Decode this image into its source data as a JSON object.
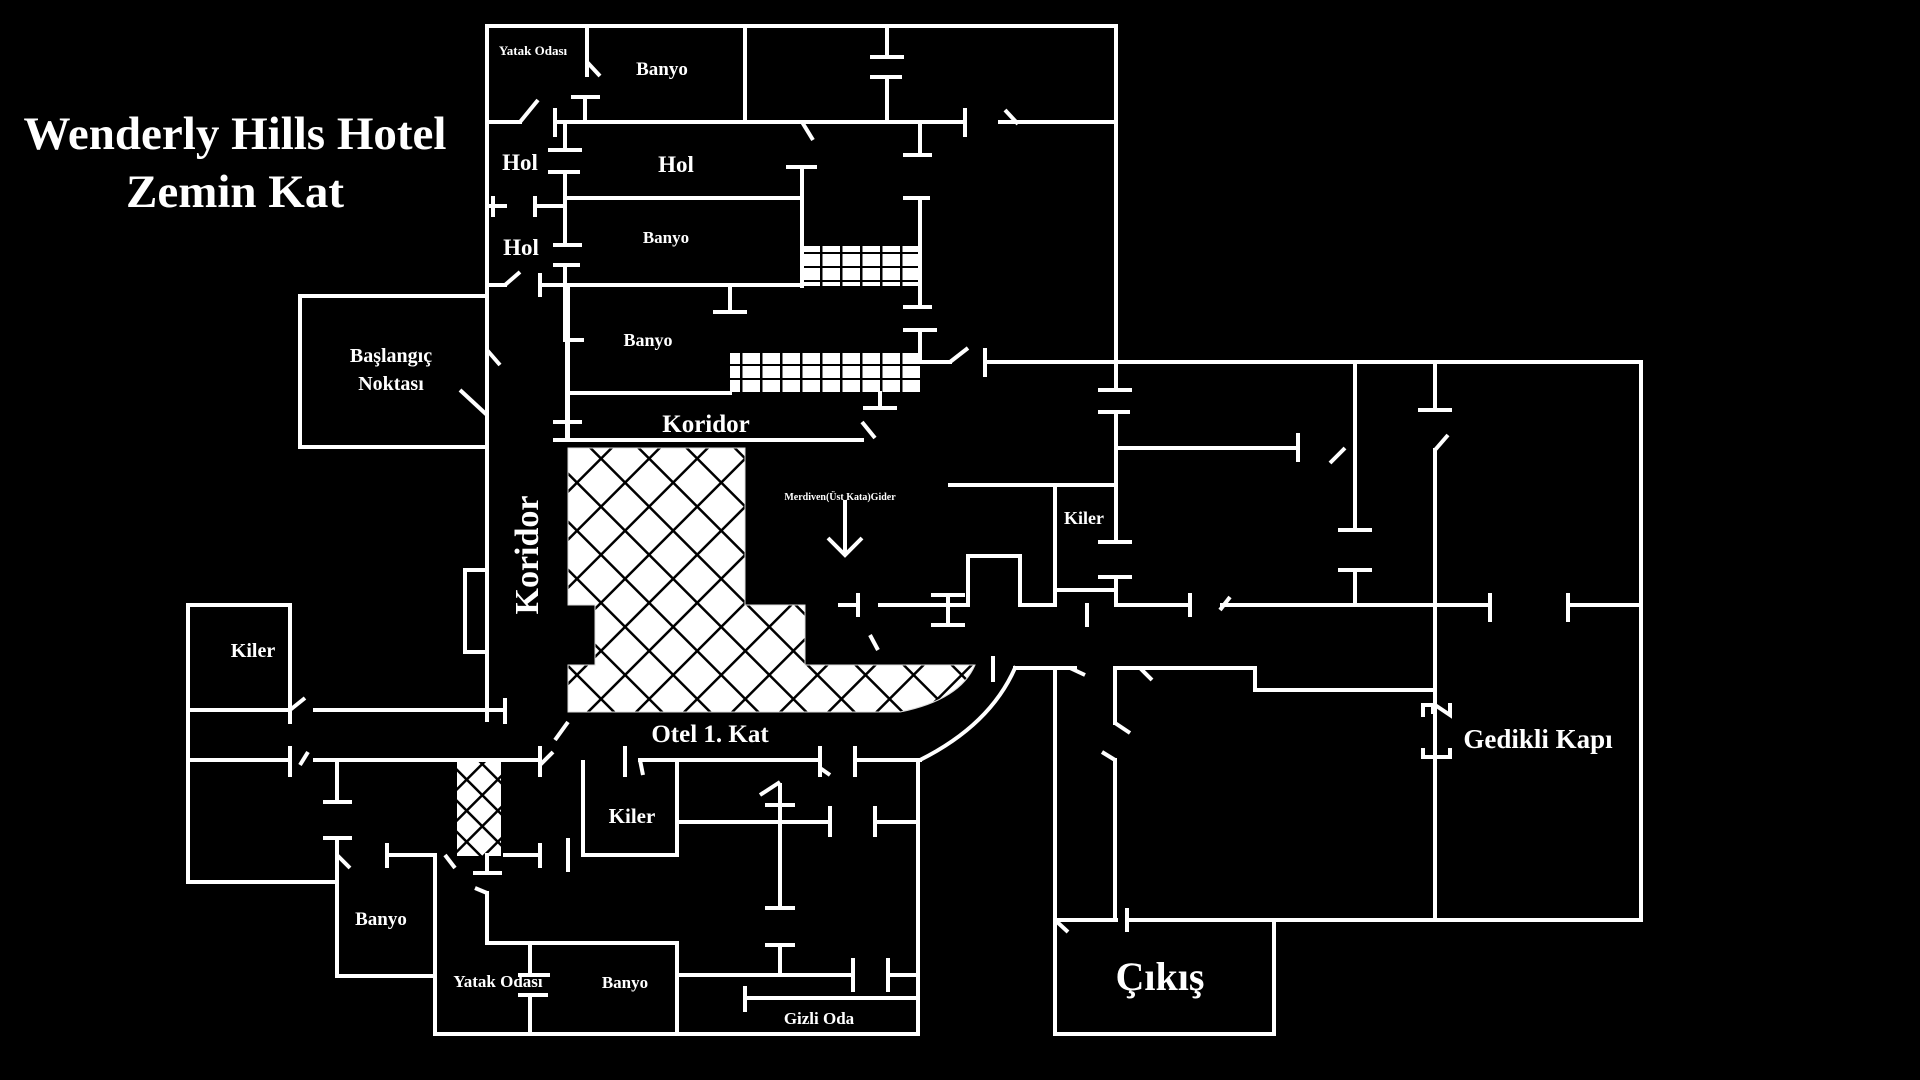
{
  "title": {
    "line1": "Wenderly Hills Hotel",
    "line2": "Zemin Kat"
  },
  "colors": {
    "background": "#000000",
    "walls": "#ffffff",
    "hatch": "#000000"
  },
  "rooms": {
    "yatak_odasi_top": "Yatak Odası",
    "banyo_top": "Banyo",
    "hol_left_1": "Hol",
    "hol_center": "Hol",
    "banyo_mid": "Banyo",
    "hol_left_2": "Hol",
    "banyo_lower": "Banyo",
    "baslangic_1": "Başlangıç",
    "baslangic_2": "Noktası",
    "koridor_horizontal": "Koridor",
    "koridor_vertical": "Koridor",
    "merdiven": "Merdiven(Üst Kata)Gider",
    "kiler_right": "Kiler",
    "kiler_left": "Kiler",
    "otel_1_kat": "Otel 1. Kat",
    "kiler_bottom": "Kiler",
    "gedikli_kapi": "Gedikli Kapı",
    "banyo_bottom_left": "Banyo",
    "yatak_odasi_bottom": "Yatak Odası",
    "banyo_bottom": "Banyo",
    "gizli_oda": "Gizli Oda",
    "cikis": "Çıkış"
  }
}
